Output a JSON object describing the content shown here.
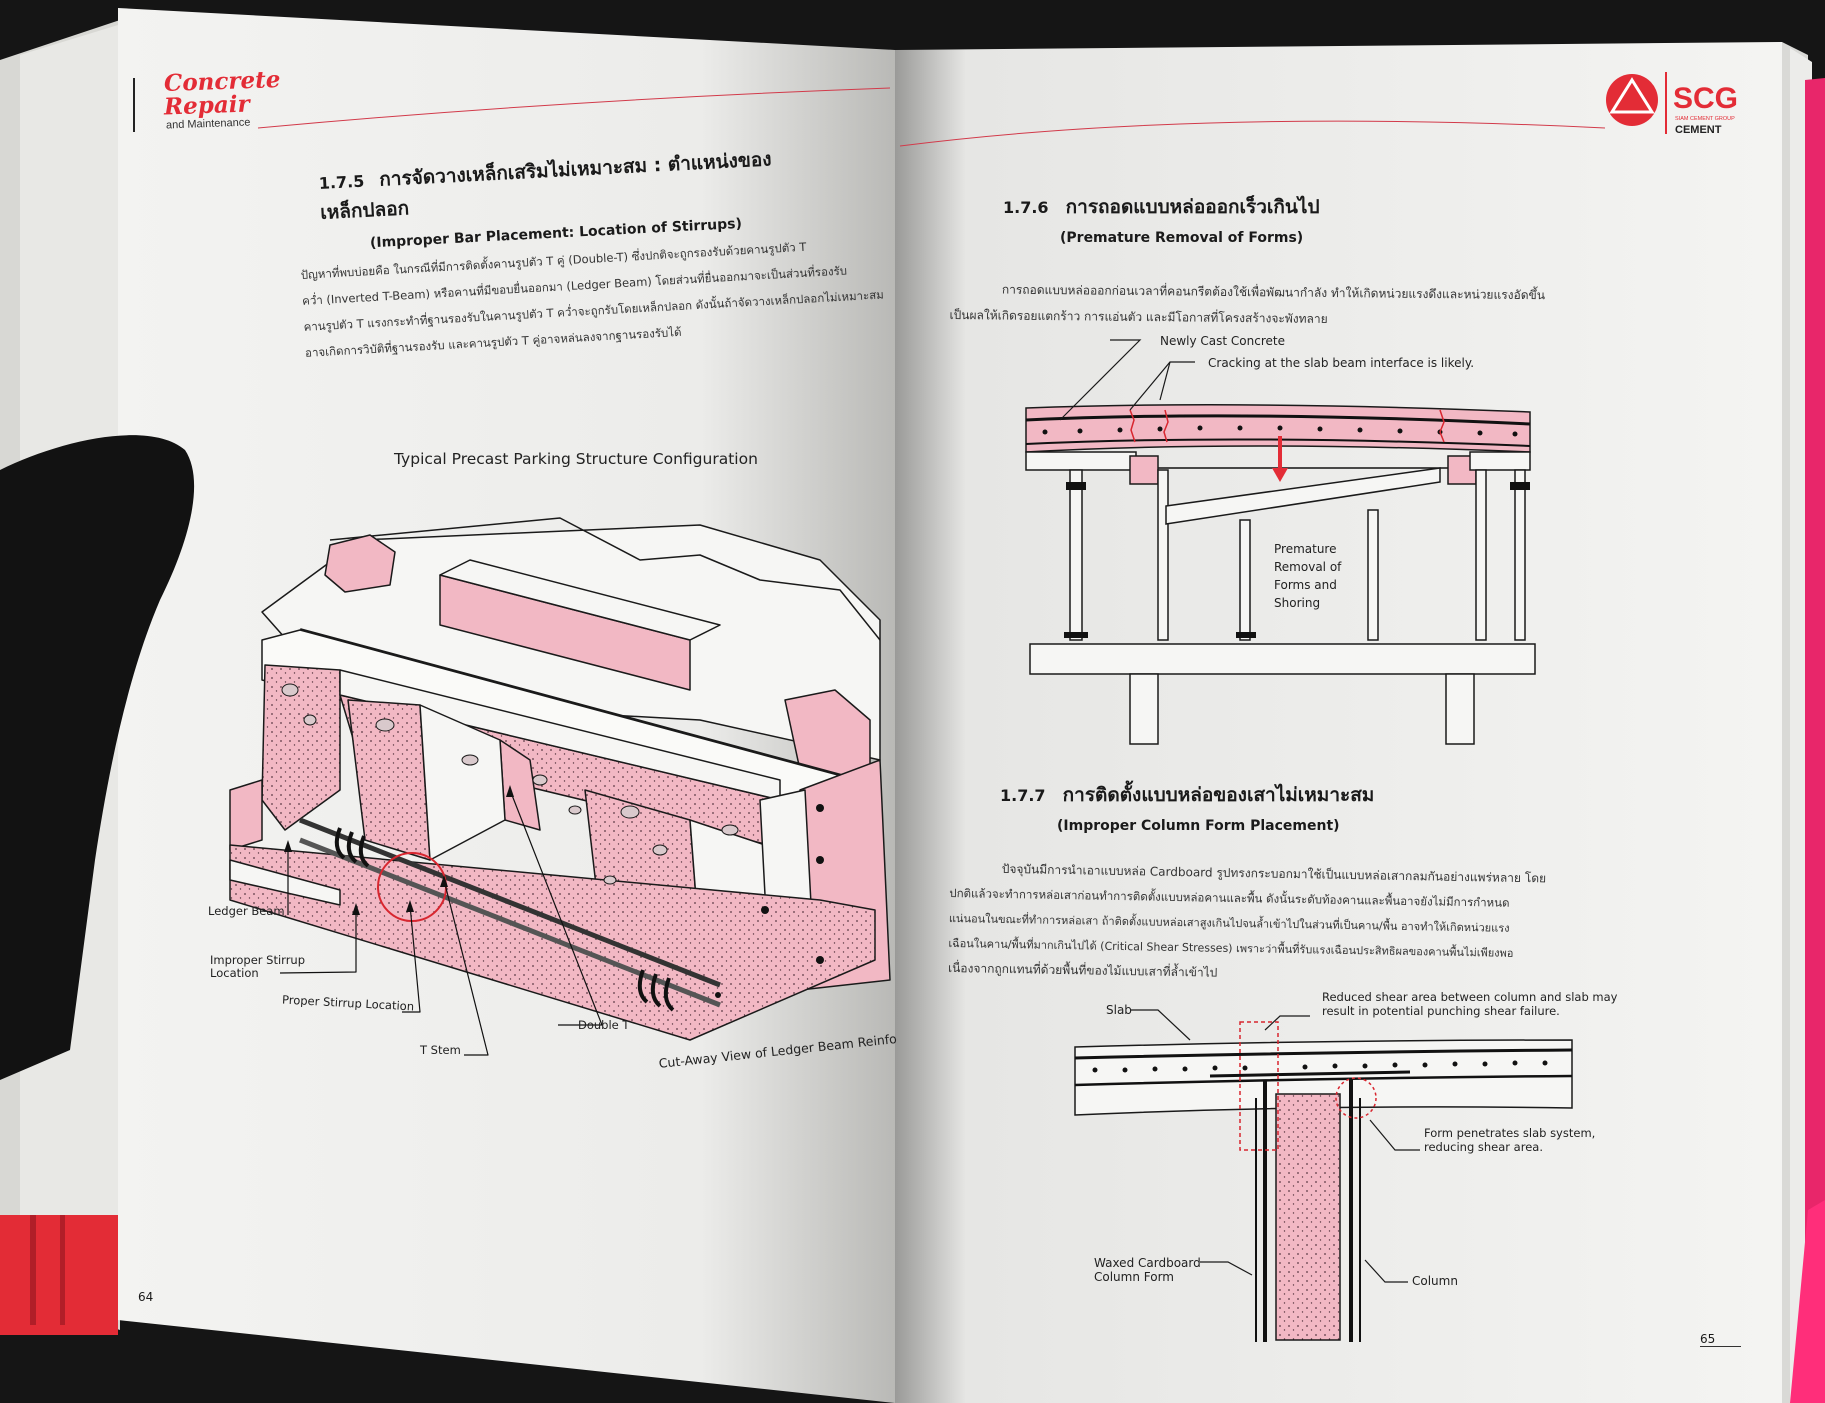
{
  "colors": {
    "accent": "#e8202e",
    "pink": "#f2b8c4",
    "paper": "#f4f4f2",
    "dark": "#151515",
    "rule": "#d23a4a"
  },
  "left_page": {
    "brand_concrete": "Concrete",
    "brand_repair": "Repair",
    "brand_sub": "and Maintenance",
    "section_num": "1.7.5",
    "section_title_th": "การจัดวางเหล็กเสริมไม่เหมาะสม : ตำแหน่งของเหล็กปลอก",
    "section_title_en": "(Improper Bar Placement: Location of Stirrups)",
    "paragraph": [
      "ปัญหาที่พบบ่อยคือ ในกรณีที่มีการติดตั้งคานรูปตัว T คู่ (Double-T) ซึ่งปกติจะถูกรองรับด้วยคานรูปตัว T",
      "คว่ำ (Inverted T-Beam) หรือคานที่มีขอบยื่นออกมา (Ledger Beam) โดยส่วนที่ยื่นออกมาจะเป็นส่วนที่รองรับ",
      "คานรูปตัว T แรงกระทำที่ฐานรองรับในคานรูปตัว T คว่ำจะถูกรับโดยเหล็กปลอก ดังนั้นถ้าจัดวางเหล็กปลอกไม่เหมาะสม",
      "อาจเกิดการวิบัติที่ฐานรองรับ และคานรูปตัว T คู่อาจหล่นลงจากฐานรองรับได้"
    ],
    "figure_title": "Typical Precast Parking Structure Configuration",
    "labels": {
      "ledger_beam": "Ledger Beam",
      "improper_1": "Improper Stirrup",
      "improper_2": "Location",
      "proper": "Proper Stirrup Location",
      "t_stem": "T Stem",
      "double_t": "Double T",
      "caption": "Cut-Away View of Ledger Beam Reinforcement"
    },
    "page_number": "64"
  },
  "right_page": {
    "logo_scg": "SCG",
    "logo_group": "SIAM CEMENT GROUP",
    "logo_cement": "CEMENT",
    "s176": {
      "num": "1.7.6",
      "title_th": "การถอดแบบหล่อออกเร็วเกินไป",
      "title_en": "(Premature Removal of Forms)",
      "paragraph": [
        "การถอดแบบหล่อออกก่อนเวลาที่คอนกรีตต้องใช้เพื่อพัฒนากำลัง ทำให้เกิดหน่วยแรงดึงและหน่วยแรงอัดขึ้น",
        "เป็นผลให้เกิดรอยแตกร้าว การแอ่นตัว และมีโอกาสที่โครงสร้างจะพังทลาย"
      ],
      "label_newly": "Newly Cast Concrete",
      "label_cracking": "Cracking at the slab beam interface is likely.",
      "label_premature": [
        "Premature",
        "Removal of",
        "Forms and",
        "Shoring"
      ]
    },
    "s177": {
      "num": "1.7.7",
      "title_th": "การติดตั้งแบบหล่อของเสาไม่เหมาะสม",
      "title_en": "(Improper Column Form Placement)",
      "paragraph": [
        "ปัจจุบันมีการนำเอาแบบหล่อ Cardboard รูปทรงกระบอกมาใช้เป็นแบบหล่อเสากลมกันอย่างแพร่หลาย โดย",
        "ปกติแล้วจะทำการหล่อเสาก่อนทำการติดตั้งแบบหล่อคานและพื้น ดังนั้นระดับท้องคานและพื้นอาจยังไม่มีการกำหนด",
        "แน่นอนในขณะที่ทำการหล่อเสา ถ้าติดตั้งแบบหล่อเสาสูงเกินไปจนล้ำเข้าไปในส่วนที่เป็นคาน/พื้น อาจทำให้เกิดหน่วยแรง",
        "เฉือนในคาน/พื้นที่มากเกินไปได้ (Critical Shear Stresses) เพราะว่าพื้นที่รับแรงเฉือนประสิทธิผลของคานพื้นไม่เพียงพอ",
        "เนื่องจากถูกแทนที่ด้วยพื้นที่ของไม้แบบเสาที่ล้ำเข้าไป"
      ],
      "label_slab": "Slab",
      "label_reduced": [
        "Reduced shear area between column and slab may",
        "result in potential punching shear failure."
      ],
      "label_form": [
        "Form penetrates slab system,",
        "reducing shear area."
      ],
      "label_waxed": [
        "Waxed Cardboard",
        "Column Form"
      ],
      "label_column": "Column"
    },
    "page_number": "65"
  }
}
